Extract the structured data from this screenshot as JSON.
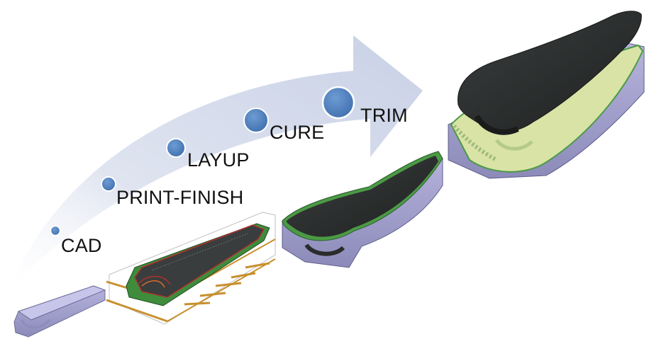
{
  "steps": [
    {
      "label": "CAD"
    },
    {
      "label": "PRINT-FINISH"
    },
    {
      "label": "LAYUP"
    },
    {
      "label": "CURE"
    },
    {
      "label": "TRIM"
    }
  ],
  "colors": {
    "arrow": "#d5dbeb",
    "step_dot": "#4f81bd",
    "mold_body": "#a4a2cc",
    "layup_skin": "#2f3232",
    "edge_green": "#4b9a45",
    "cured_liner": "#d9e3a6",
    "print_bed": "#c8902e"
  },
  "icons": [
    "cad-model-icon",
    "printed-mold-icon",
    "layup-mold-icon",
    "cured-part-icon",
    "trimmed-part-icon"
  ]
}
